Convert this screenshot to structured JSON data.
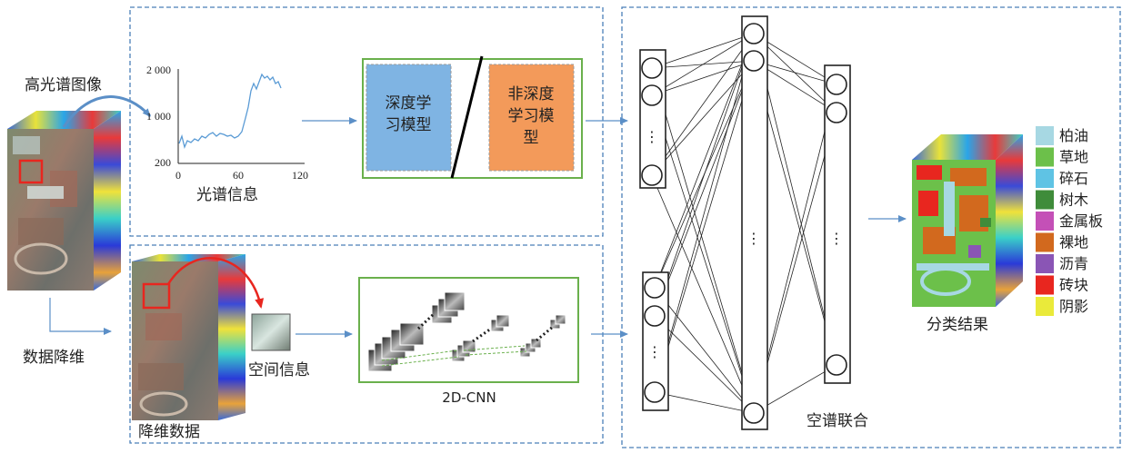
{
  "labels": {
    "hsi_image": "高光谱图像",
    "dim_reduction": "数据降维",
    "reduced_data": "降维数据",
    "spatial_info": "空间信息",
    "spectral_info": "光谱信息",
    "cnn": "2D-CNN",
    "joint": "空谱联合",
    "result": "分类结果"
  },
  "models": {
    "deep_line1": "深度学",
    "deep_line2": "习模型",
    "nondeep_line1": "非深度",
    "nondeep_line2": "学习模",
    "nondeep_line3": "型"
  },
  "spectrum_axis": {
    "y_ticks": [
      "2 000",
      "1 000",
      "200"
    ],
    "x_ticks": [
      "0",
      "60",
      "120"
    ]
  },
  "ellipsis": "⋮",
  "legend": [
    {
      "label": "柏油",
      "color": "#a7d8e3"
    },
    {
      "label": "草地",
      "color": "#6cc04a"
    },
    {
      "label": "碎石",
      "color": "#5fc3e4"
    },
    {
      "label": "树木",
      "color": "#3f8c3a"
    },
    {
      "label": "金属板",
      "color": "#c450b7"
    },
    {
      "label": "裸地",
      "color": "#d2691e"
    },
    {
      "label": "沥青",
      "color": "#8a55b5"
    },
    {
      "label": "砖块",
      "color": "#e8261f"
    },
    {
      "label": "阴影",
      "color": "#eaea3a"
    }
  ],
  "colors": {
    "dashed_border": "#4a7fb8",
    "arrow": "#5b8fc7",
    "red_arrow": "#e8261f",
    "green_border": "#6ab04c",
    "deep_box": "#7fb4e3",
    "nondeep_box": "#f39a5a",
    "curve": "#5a9bd5"
  }
}
